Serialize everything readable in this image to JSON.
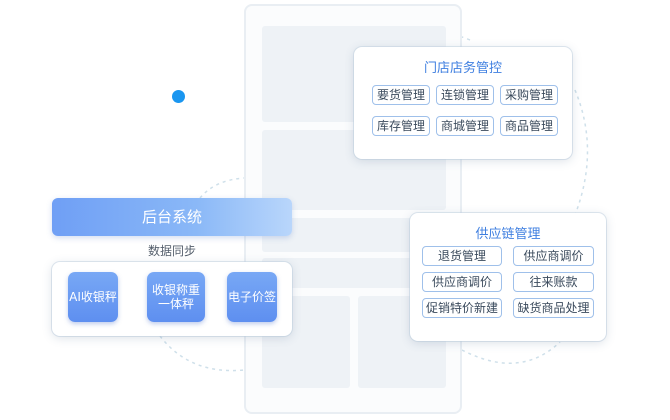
{
  "store_panel": {
    "title": "门店店务管控",
    "items": [
      "要货管理",
      "连锁管理",
      "采购管理",
      "库存管理",
      "商城管理",
      "商品管理"
    ]
  },
  "supply_panel": {
    "title": "供应链管理",
    "items": [
      "退货管理",
      "供应商调价",
      "供应商调价",
      "往来账款",
      "促销特价新建",
      "缺货商品处理"
    ]
  },
  "backend": {
    "title": "后台系统",
    "sync_label": "数据同步",
    "devices": [
      "AI收银秤",
      "收银称重一体秤",
      "电子价签"
    ]
  },
  "colors": {
    "accent": "#3f7fe0",
    "dot": "#1a96f0",
    "bar_start": "#6f9ff5",
    "bar_end": "#b9d6fb",
    "tag_border": "#9fc0ea"
  }
}
